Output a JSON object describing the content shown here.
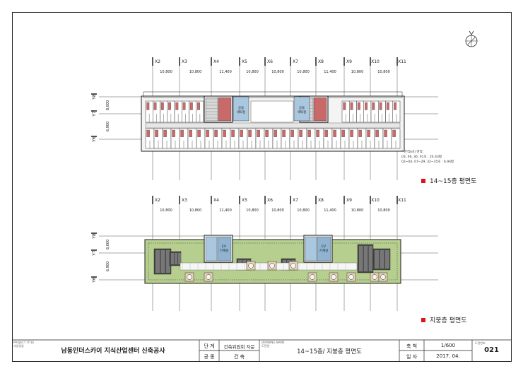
{
  "plan_top": {
    "grid_x": [
      "X2",
      "X3",
      "X4",
      "X5",
      "X6",
      "X7",
      "X8",
      "X9",
      "X10",
      "X11"
    ],
    "spans": [
      "10,800",
      "10,800",
      "11,400",
      "10,800",
      "10,800",
      "10,800",
      "11,400",
      "10,800",
      "10,800"
    ],
    "grid_y": [
      "Y8",
      "Y7",
      "Y6"
    ],
    "spans_y": [
      "8,000",
      "6,900"
    ],
    "core_labels": [
      "공용\n세탁실",
      "공용\n세탁실"
    ],
    "area_note": [
      "* 면적(㎡) 면적:",
      "03, 06, 36, 01호 : 24.43평",
      "02~04, 07~29, 32~35호 : 6.94평"
    ],
    "title": "14~15층 평면도"
  },
  "plan_bottom": {
    "grid_x": [
      "X2",
      "X3",
      "X4",
      "X5",
      "X6",
      "X7",
      "X8",
      "X9",
      "X10",
      "X11"
    ],
    "spans": [
      "10,800",
      "10,800",
      "11,400",
      "10,800",
      "10,800",
      "10,800",
      "11,400",
      "10,800",
      "10,800"
    ],
    "grid_y": [
      "Y8",
      "Y7",
      "Y6"
    ],
    "spans_y": [
      "8,000",
      "6,900"
    ],
    "core_labels": [
      "EV\n기계실",
      "EV\n기계실"
    ],
    "title": "지붕층 평면도"
  },
  "title_block": {
    "project_label": "PROJECT TITLE",
    "project_label_kr": "사업명칭",
    "project_name": "남동인더스카이 지식산업센터 신축공사",
    "stage_label": "단 계",
    "stage_value": "건축위원회 자문",
    "discipline_label": "공 종",
    "discipline_value": "건 축",
    "drawing_label": "DRAWING NAME",
    "drawing_label_kr": "도면명",
    "drawing_name": "14~15층/ 지붕층 평면도",
    "scale_label": "축 척",
    "scale_value": "1/600",
    "date_label": "일 자",
    "date_value": "2017. 04.",
    "sheet_label": "도면번호",
    "sheet_no": "021"
  },
  "colors": {
    "accent_red": "#d9151b",
    "roof_green": "#b6cf8f",
    "core_blue": "#a9c7df"
  }
}
